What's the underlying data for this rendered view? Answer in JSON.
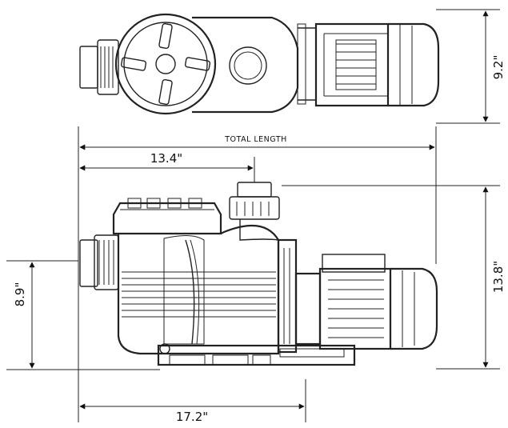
{
  "dimensions": {
    "total_length_label": "TOTAL LENGTH",
    "top_height": "9.2\"",
    "inlet_to_outlet": "13.4\"",
    "overall_height": "13.8\"",
    "inlet_height": "8.9\"",
    "base_length": "17.2\""
  },
  "colors": {
    "line": "#222222",
    "background": "#ffffff"
  }
}
